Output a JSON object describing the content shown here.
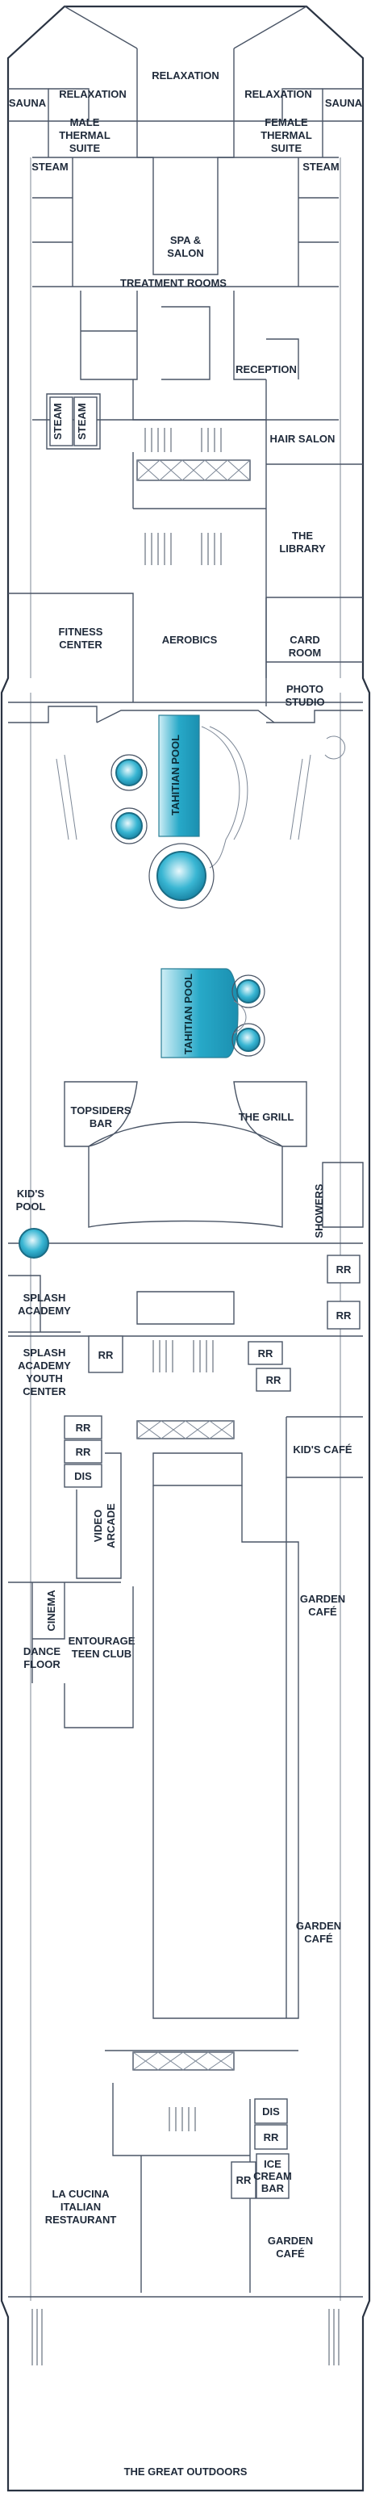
{
  "deck": {
    "labels": {
      "sauna_left": "SAUNA",
      "sauna_right": "SAUNA",
      "relaxation_left": "RELAXATION",
      "relaxation_center": "RELAXATION",
      "relaxation_right": "RELAXATION",
      "male_thermal": [
        "MALE",
        "THERMAL",
        "SUITE"
      ],
      "female_thermal": [
        "FEMALE",
        "THERMAL",
        "SUITE"
      ],
      "steam_left": "STEAM",
      "steam_right": "STEAM",
      "spa_salon": [
        "SPA &",
        "SALON"
      ],
      "treatment_rooms": "TREATMENT ROOMS",
      "reception": "RECEPTION",
      "steam_1": "STEAM",
      "steam_2": "STEAM",
      "hair_salon": "HAIR SALON",
      "the_library": [
        "THE",
        "LIBRARY"
      ],
      "fitness_center": [
        "FITNESS",
        "CENTER"
      ],
      "aerobics": "AEROBICS",
      "card_room": [
        "CARD",
        "ROOM"
      ],
      "photo_studio": [
        "PHOTO",
        "STUDIO"
      ],
      "tahitian_pool_1": "TAHITIAN POOL",
      "tahitian_pool_2": "TAHITIAN POOL",
      "topsiders_bar": [
        "TOPSIDERS",
        "BAR"
      ],
      "the_grill": "THE GRILL",
      "kids_pool": [
        "KID'S",
        "POOL"
      ],
      "showers": "SHOWERS",
      "rr_showers_1": "RR",
      "rr_showers_2": "RR",
      "splash_academy": [
        "SPLASH",
        "ACADEMY"
      ],
      "splash_youth": [
        "SPLASH",
        "ACADEMY",
        "YOUTH",
        "CENTER"
      ],
      "rr_youth": "RR",
      "rr_mid_1": "RR",
      "rr_mid_2": "RR",
      "rr_left_1": "RR",
      "rr_left_2": "RR",
      "dis_left": "DIS",
      "video_arcade": [
        "VIDEO",
        "ARCADE"
      ],
      "kids_cafe": "KID'S CAFÉ",
      "cinema": "CINEMA",
      "dance_floor": [
        "DANCE",
        "FLOOR"
      ],
      "entourage": [
        "ENTOURAGE",
        "TEEN CLUB"
      ],
      "garden_cafe_1": [
        "GARDEN",
        "CAFÉ"
      ],
      "garden_cafe_2": [
        "GARDEN",
        "CAFÉ"
      ],
      "garden_cafe_3": [
        "GARDEN",
        "CAFÉ"
      ],
      "dis_right": "DIS",
      "rr_right_1": "RR",
      "rr_right_2": "RR",
      "ice_cream_bar": [
        "ICE",
        "CREAM",
        "BAR"
      ],
      "la_cucina": [
        "LA CUCINA",
        "ITALIAN",
        "RESTAURANT"
      ],
      "great_outdoors": "THE GREAT OUTDOORS"
    },
    "colors": {
      "pool": "#27a9c8",
      "pool_light": "#cfeef6",
      "wall": "#4a5566",
      "text": "#1f2a3a"
    }
  }
}
